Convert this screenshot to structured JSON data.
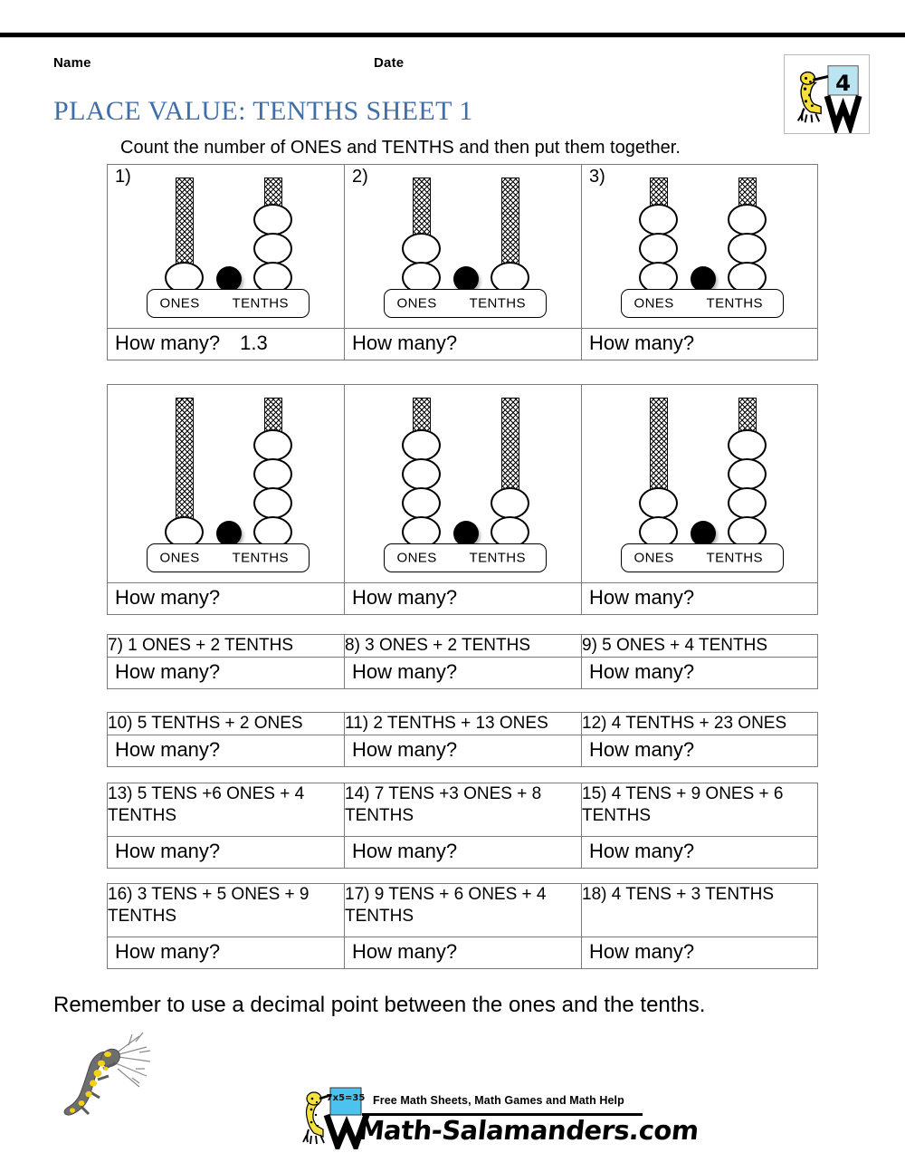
{
  "header": {
    "name_label": "Name",
    "date_label": "Date",
    "title": "PLACE VALUE: TENTHS SHEET 1",
    "instruction": "Count the number of ONES and TENTHS and then put them together.",
    "title_color": "#3f6ea8",
    "grade_badge": "4",
    "grade_icon": "salamander-easel-icon"
  },
  "abacus_labels": {
    "ones": "ONES",
    "tenths": "TENTHS"
  },
  "answer_prompt": "How many?",
  "abacus_questions": [
    {
      "num": "1)",
      "ones": 1,
      "tenths": 3,
      "answer": "1.3"
    },
    {
      "num": "2)",
      "ones": 2,
      "tenths": 1,
      "answer": ""
    },
    {
      "num": "3)",
      "ones": 3,
      "tenths": 3,
      "answer": ""
    },
    {
      "num": "",
      "ones": 1,
      "tenths": 4,
      "answer": ""
    },
    {
      "num": "",
      "ones": 4,
      "tenths": 2,
      "answer": ""
    },
    {
      "num": "",
      "ones": 2,
      "tenths": 4,
      "answer": ""
    }
  ],
  "text_questions": [
    {
      "text": "7) 1 ONES + 2 TENTHS",
      "answer": ""
    },
    {
      "text": "8) 3 ONES + 2 TENTHS",
      "answer": ""
    },
    {
      "text": "9) 5 ONES + 4 TENTHS",
      "answer": ""
    },
    {
      "text": "10) 5 TENTHS + 2 ONES",
      "answer": ""
    },
    {
      "text": "11) 2 TENTHS + 13 ONES",
      "answer": ""
    },
    {
      "text": "12) 4 TENTHS + 23 ONES",
      "answer": ""
    },
    {
      "text": "13) 5 TENS +6 ONES + 4 TENTHS",
      "answer": ""
    },
    {
      "text": "14) 7 TENS +3 ONES + 8 TENTHS",
      "answer": ""
    },
    {
      "text": "15) 4 TENS + 9 ONES + 6 TENTHS",
      "answer": ""
    },
    {
      "text": "16) 3 TENS + 5 ONES + 9 TENTHS",
      "answer": ""
    },
    {
      "text": "17) 9 TENS + 6 ONES + 4 TENTHS",
      "answer": ""
    },
    {
      "text": "18) 4 TENS + 3 TENTHS",
      "answer": ""
    }
  ],
  "footer": {
    "remember": "Remember to use a decimal point between the ones and the tenths.",
    "salamander_icon": "salamander-branch-icon",
    "logo_icon": "salamander-easel-logo-icon",
    "logo_board_text": "7x5=35",
    "tagline": "Free Math Sheets, Math Games and Math Help",
    "url": "Math-Salamanders.com"
  }
}
